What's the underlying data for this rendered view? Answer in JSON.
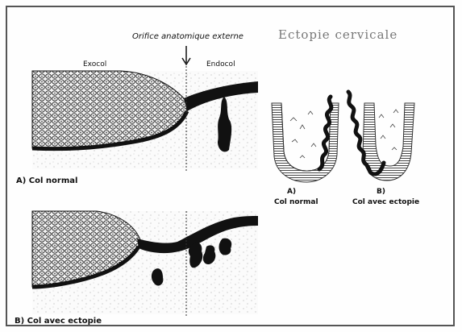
{
  "title": "Ectopie cervicale",
  "labels": {
    "orifice": "Orifice anatomique externe",
    "exocol": "Exocol",
    "endocol": "Endocol",
    "panel_a_caption": "A) Col normal",
    "panel_b_caption": "B) Col  avec ectopie",
    "small_a_letter": "A)",
    "small_a_text": "Col normal",
    "small_b_letter": "B)",
    "small_b_text": "Col avec ectopie"
  },
  "colors": {
    "ink": "#111111",
    "hatch": "#333333",
    "title_gray": "#777777"
  }
}
